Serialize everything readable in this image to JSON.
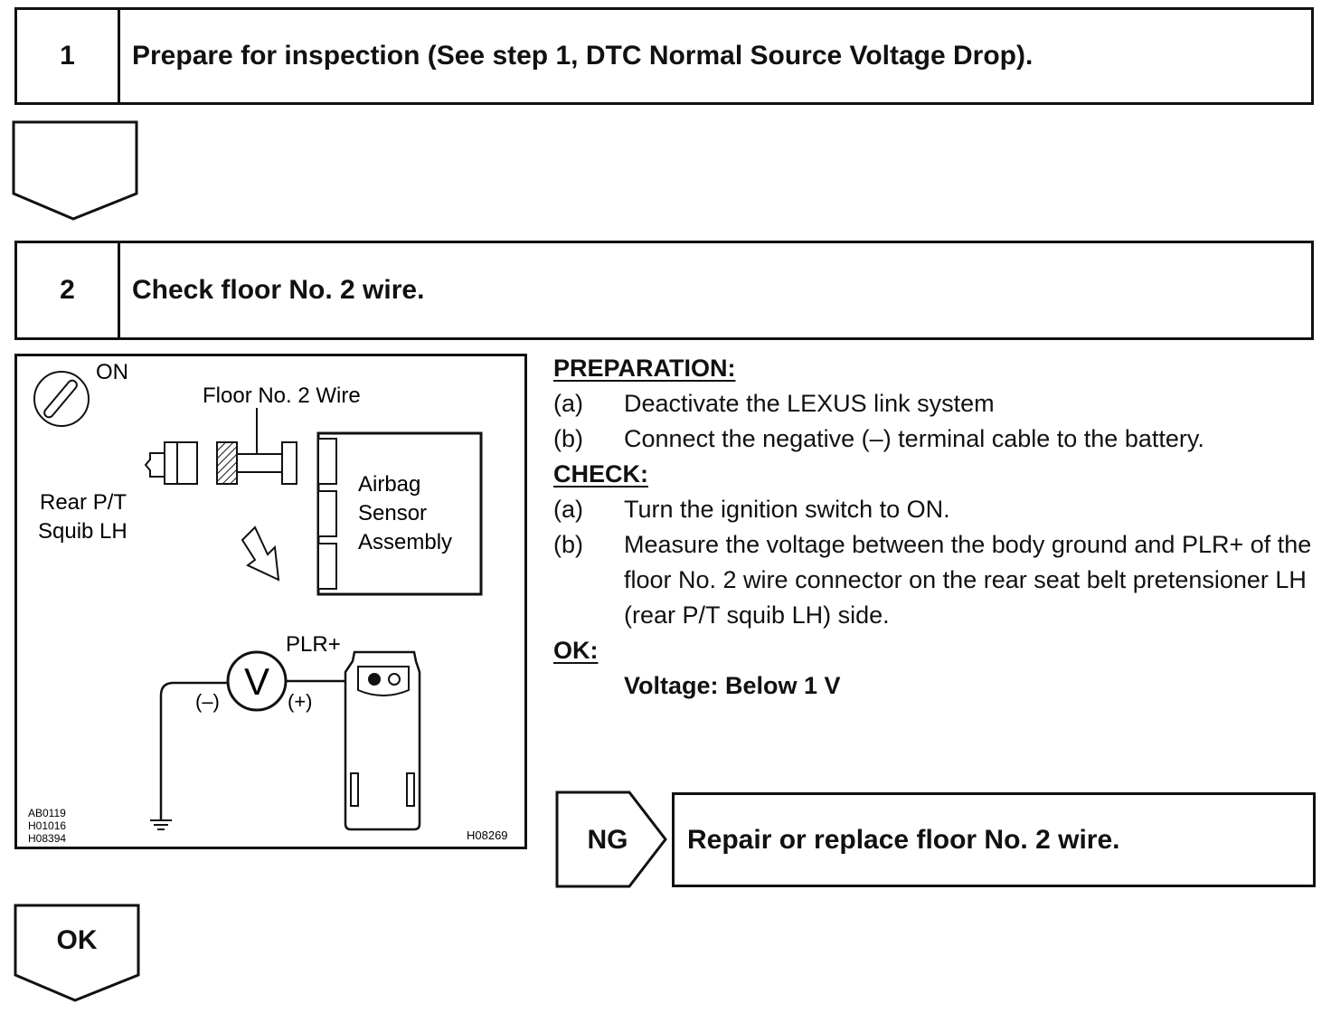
{
  "step1": {
    "number": "1",
    "title": "Prepare for inspection (See step 1, DTC Normal Source Voltage Drop)."
  },
  "step2": {
    "number": "2",
    "title": "Check floor No. 2 wire."
  },
  "illustration": {
    "ignition_label": "ON",
    "wire_label": "Floor No. 2 Wire",
    "squib_label": [
      "Rear P/T",
      "Squib LH"
    ],
    "sensor_label": [
      "Airbag",
      "Sensor",
      "Assembly"
    ],
    "terminal_label": "PLR+",
    "meter_symbol": "V",
    "neg_label": "(–)",
    "pos_label": "(+)",
    "ref_codes": [
      "AB0119",
      "H01016",
      "H08394"
    ],
    "figure_code": "H08269"
  },
  "procedure": {
    "preparation_header": "PREPARATION:",
    "preparation": [
      {
        "label": "(a)",
        "text": "Deactivate the LEXUS link system"
      },
      {
        "label": "(b)",
        "text": "Connect the negative (–) terminal cable to the battery."
      }
    ],
    "check_header": "CHECK:",
    "check": [
      {
        "label": "(a)",
        "text": "Turn the ignition switch to ON."
      },
      {
        "label": "(b)",
        "text": "Measure the voltage between the body ground and PLR+ of the floor No. 2 wire connector on the rear seat belt pretensioner LH (rear P/T squib LH) side."
      }
    ],
    "ok_header": "OK:",
    "ok_spec": "Voltage: Below 1 V"
  },
  "ng_result": {
    "label": "NG",
    "action": "Repair or replace floor No. 2 wire."
  },
  "ok_result": {
    "label": "OK"
  }
}
